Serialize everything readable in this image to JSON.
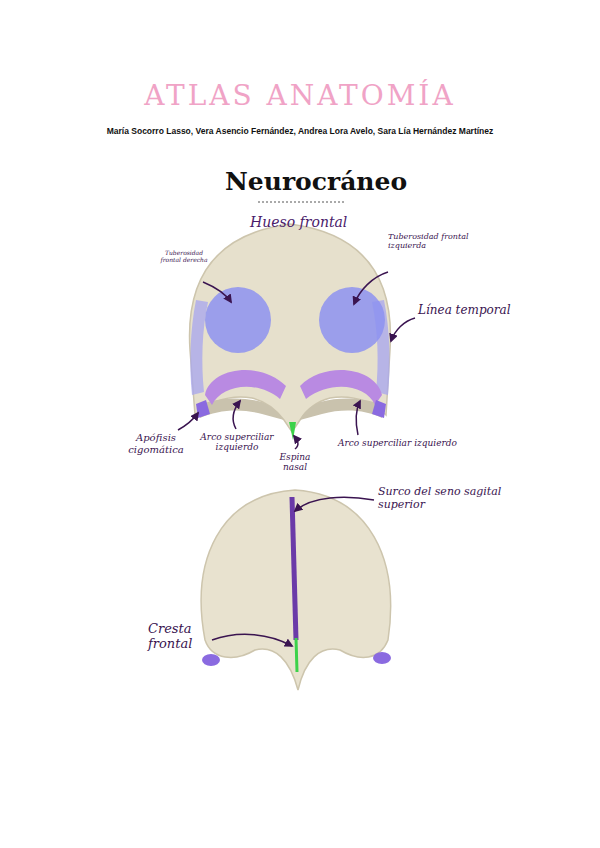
{
  "diagram": {
    "title": "ATLAS ANATOMÍA",
    "labels": [
      "María Socorro Lasso, Vera Asencio Fernández, Andrea Lora Avelo, Sara Lía Hernández Martínez",
      "Neurocráneo",
      "Hueso frontal",
      "Tuberosidad frontal derecha",
      "Tuberosidad frontal izquierda",
      "Línea temporal",
      "Apófisis cigomática",
      "Arco superciliar izquierdo",
      "Espina nasal",
      "Arco superciliar izquierdo",
      "Surco del seno sagital superior",
      "Cresta frontal"
    ]
  }
}
